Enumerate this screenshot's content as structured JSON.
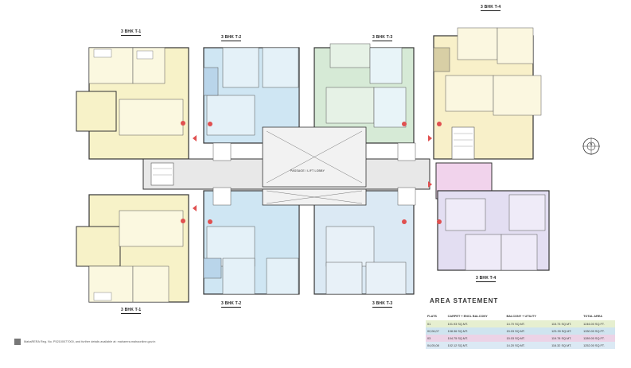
{
  "unit_tags": {
    "tl": "3 BHK T-1",
    "bl": "3 BHK T-1",
    "t2_top": "3 BHK T-2",
    "t2_bot": "3 BHK T-2",
    "t3_top": "3 BHK T-3",
    "t3_bot": "3 BHK T-3",
    "tr": "3 BHK T-4",
    "br": "3 BHK T-4"
  },
  "lobby_label": "PASSAGE / LIFT LOBBY",
  "area_statement": {
    "title": "AREA STATEMENT",
    "headers": [
      "FLATS",
      "CARPET + ENCL BALCONY",
      "BALCONY + UTILITY",
      "",
      "TOTAL AREA"
    ],
    "rows": [
      {
        "flat": "01",
        "carpet": "101.93 SQ.MT.",
        "balcony": "14.70 SQ.MT.",
        "total_m": "115.73 SQ.MT.",
        "total_f": "1246.00 SQ.FT.",
        "color": "#e6efd0"
      },
      {
        "flat": "02,06,07",
        "carpet": "108.36 SQ.MT.",
        "balcony": "15.03 SQ.MT.",
        "total_m": "123.39 SQ.MT.",
        "total_f": "1330.00 SQ.FT.",
        "color": "#cfe4ef"
      },
      {
        "flat": "03",
        "carpet": "104.75 SQ.MT.",
        "balcony": "15.03 SQ.MT.",
        "total_m": "119.78 SQ.MT.",
        "total_f": "1289.00 SQ.FT.",
        "color": "#ecd3e6"
      },
      {
        "flat": "04,05,08",
        "carpet": "102.12 SQ.MT.",
        "balcony": "14.20 SQ.MT.",
        "total_m": "116.32 SQ.MT.",
        "total_f": "1252.00 SQ.FT.",
        "color": "#dbe9f4"
      }
    ]
  },
  "footer": "MahaRERA Reg. No. P52100077000, and further details available at: maharera.mahaonline.gov.in",
  "compass_letter": "N",
  "colors": {
    "t1": "#f7f2c8",
    "t2": "#cfe6f3",
    "t3": "#d6ead6",
    "t4": "#f8f0c9",
    "pink": "#f1d3ec",
    "lilac": "#e3def2",
    "core": "#e8e8e8",
    "wall": "#333333",
    "marker": "#e05050"
  }
}
